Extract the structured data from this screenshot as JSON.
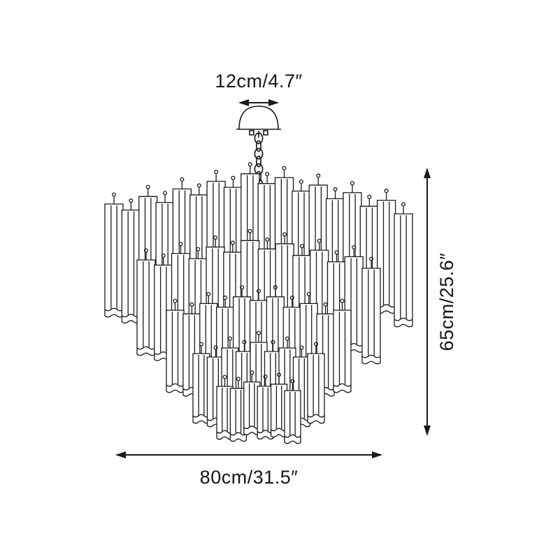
{
  "diagram": {
    "dimensions": {
      "canopy_width": "12cm/4.7″",
      "height": "65cm/25.6″",
      "width": "80cm/31.5″"
    }
  },
  "colors": {
    "line": "#1a1a1a",
    "background": "#ffffff"
  }
}
